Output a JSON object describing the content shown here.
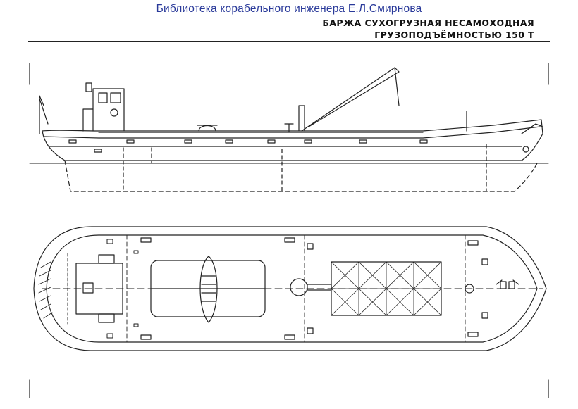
{
  "header": {
    "library_title": "Библиотека корабельного инженера Е.Л.Смирнова",
    "drawing_title_line1": "БАРЖА СУХОГРУЗНАЯ НЕСАМОХОДНАЯ",
    "drawing_title_line2": "ГРУЗОПОДЪЁМНОСТЬЮ 150 Т"
  },
  "colors": {
    "title_text": "#2a3a9a",
    "line": "#222222",
    "background": "#ffffff"
  },
  "views": [
    "side-elevation",
    "deck-plan"
  ]
}
